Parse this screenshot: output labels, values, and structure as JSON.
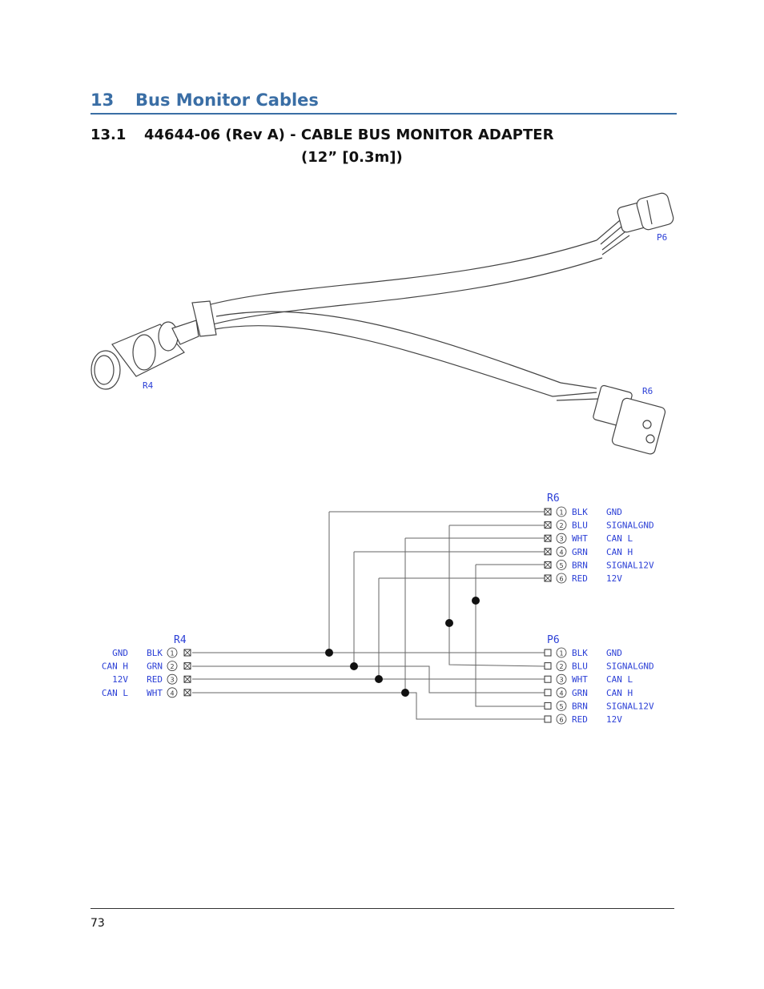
{
  "heading": {
    "number": "13",
    "title": "Bus Monitor Cables"
  },
  "subheading": {
    "number": "13.1",
    "line1": "44644-06 (Rev A) - CABLE BUS MONITOR ADAPTER",
    "line2": "(12” [0.3m])"
  },
  "photo_labels": {
    "r4": "R4",
    "p6": "P6",
    "r6": "R6"
  },
  "schematic": {
    "r6": {
      "title": "R6",
      "pins": [
        {
          "n": "1",
          "color": "BLK",
          "signal": "GND"
        },
        {
          "n": "2",
          "color": "BLU",
          "signal": "SIGNALGND"
        },
        {
          "n": "3",
          "color": "WHT",
          "signal": "CAN L"
        },
        {
          "n": "4",
          "color": "GRN",
          "signal": "CAN H"
        },
        {
          "n": "5",
          "color": "BRN",
          "signal": "SIGNAL12V"
        },
        {
          "n": "6",
          "color": "RED",
          "signal": "12V"
        }
      ]
    },
    "r4": {
      "title": "R4",
      "pins": [
        {
          "n": "1",
          "color": "BLK",
          "signal": "GND"
        },
        {
          "n": "2",
          "color": "GRN",
          "signal": "CAN H"
        },
        {
          "n": "3",
          "color": "RED",
          "signal": "12V"
        },
        {
          "n": "4",
          "color": "WHT",
          "signal": "CAN L"
        }
      ]
    },
    "p6": {
      "title": "P6",
      "pins": [
        {
          "n": "1",
          "color": "BLK",
          "signal": "GND"
        },
        {
          "n": "2",
          "color": "BLU",
          "signal": "SIGNALGND"
        },
        {
          "n": "3",
          "color": "WHT",
          "signal": "CAN L"
        },
        {
          "n": "4",
          "color": "GRN",
          "signal": "CAN H"
        },
        {
          "n": "5",
          "color": "BRN",
          "signal": "SIGNAL12V"
        },
        {
          "n": "6",
          "color": "RED",
          "signal": "12V"
        }
      ]
    }
  },
  "footer": {
    "page_number": "73"
  },
  "colors": {
    "heading": "#3a6ea5",
    "label": "#2b3fd6"
  }
}
